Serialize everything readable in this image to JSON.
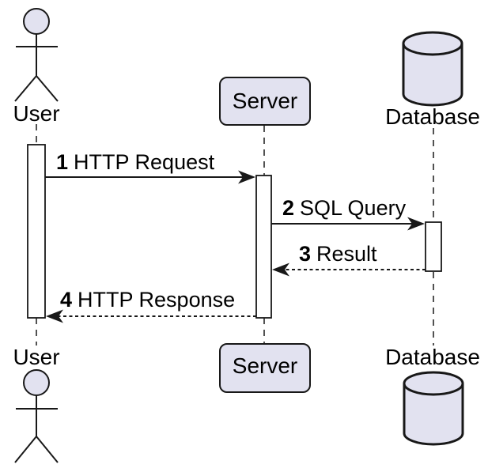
{
  "diagram": {
    "type": "uml-sequence-diagram",
    "participants": [
      {
        "id": "user",
        "label": "User",
        "kind": "actor"
      },
      {
        "id": "server",
        "label": "Server",
        "kind": "participant"
      },
      {
        "id": "database",
        "label": "Database",
        "kind": "database"
      }
    ],
    "messages": [
      {
        "seq": "1",
        "label": "HTTP Request",
        "from": "user",
        "to": "server",
        "line_style": "solid"
      },
      {
        "seq": "2",
        "label": "SQL Query",
        "from": "server",
        "to": "database",
        "line_style": "solid"
      },
      {
        "seq": "3",
        "label": "Result",
        "from": "database",
        "to": "server",
        "line_style": "dashed"
      },
      {
        "seq": "4",
        "label": "HTTP Response",
        "from": "server",
        "to": "user",
        "line_style": "dashed"
      }
    ],
    "colors": {
      "fill": "#E2E2F0",
      "stroke": "#181818",
      "text": "#000000",
      "background": "#FFFFFF"
    }
  }
}
